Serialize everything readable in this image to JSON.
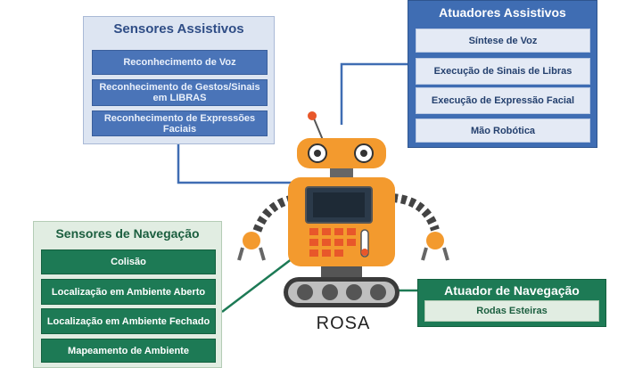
{
  "sensores_assistivos": {
    "title": "Sensores Assistivos",
    "items": [
      "Reconhecimento de Voz",
      "Reconhecimento de Gestos/Sinais em LIBRAS",
      "Reconhecimento de Expressões Faciais"
    ]
  },
  "atuadores_assistivos": {
    "title": "Atuadores Assistivos",
    "items": [
      "Síntese de Voz",
      "Execução de Sinais de Libras",
      "Execução de Expressão Facial",
      "Mão Robótica"
    ]
  },
  "sensores_navegacao": {
    "title": "Sensores de Navegação",
    "items": [
      "Colisão",
      "Localização em Ambiente Aberto",
      "Localização em Ambiente Fechado",
      "Mapeamento de Ambiente"
    ]
  },
  "atuador_navegacao": {
    "title": "Atuador de Navegação",
    "items": [
      "Rodas Esteiras"
    ]
  },
  "robot": {
    "label": "ROSA"
  },
  "colors": {
    "blue_dark": "#3f6db3",
    "blue_light": "#dde5f2",
    "green_dark": "#1d7a55",
    "green_light": "#e1ede2",
    "robot_orange": "#f39a2e"
  }
}
